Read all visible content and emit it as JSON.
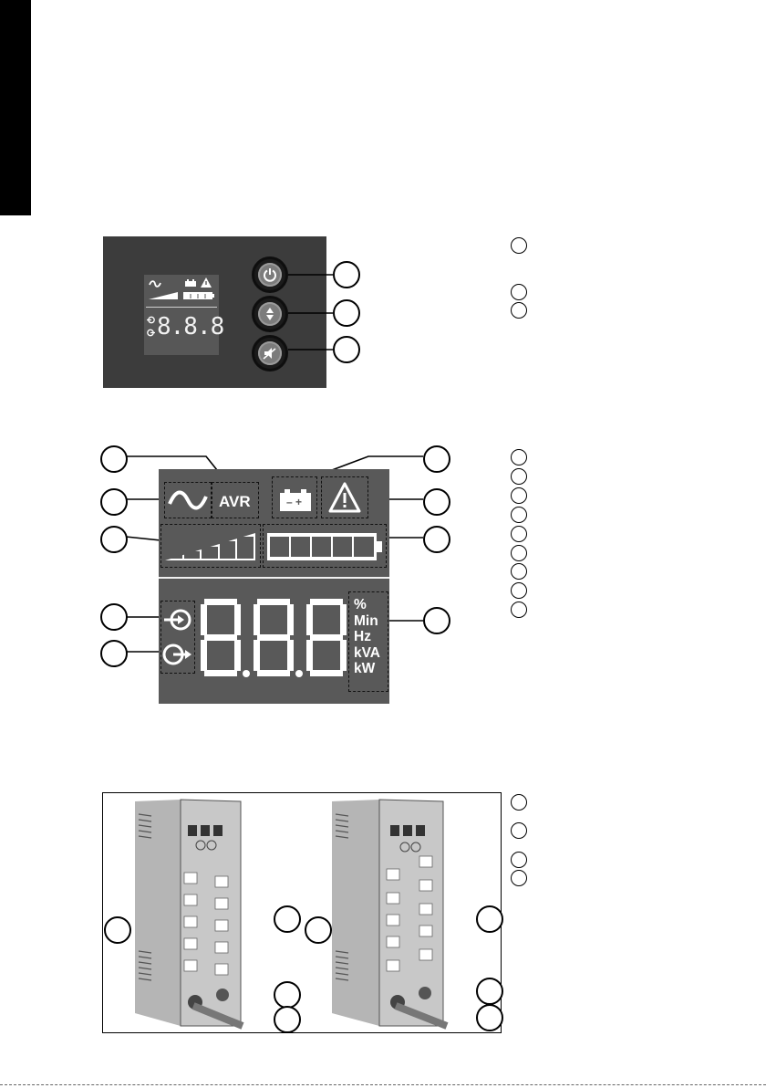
{
  "page": {
    "side_tab_color": "#000000"
  },
  "figure1": {
    "panel_color": "#3c3c3c",
    "mini_lcd": {
      "digits": "8.8.8",
      "icons": [
        "sine-wave-icon",
        "battery-icon",
        "warning-icon",
        "load-bar-icon",
        "battery-bar-icon",
        "input-icon",
        "output-icon"
      ]
    },
    "buttons": [
      {
        "icon": "power-icon"
      },
      {
        "icon": "up-down-icon"
      },
      {
        "icon": "mute-icon"
      }
    ],
    "legend_count": 3
  },
  "figure2": {
    "lcd_color": "#595959",
    "avr_label": "AVR",
    "digits": "8.8.8",
    "units": [
      "%",
      "Min",
      "Hz",
      "kVA",
      "kW"
    ],
    "battery_terminals": "– +",
    "legend_count": 9
  },
  "figure3": {
    "units_count": 2,
    "legend_count": 4
  }
}
